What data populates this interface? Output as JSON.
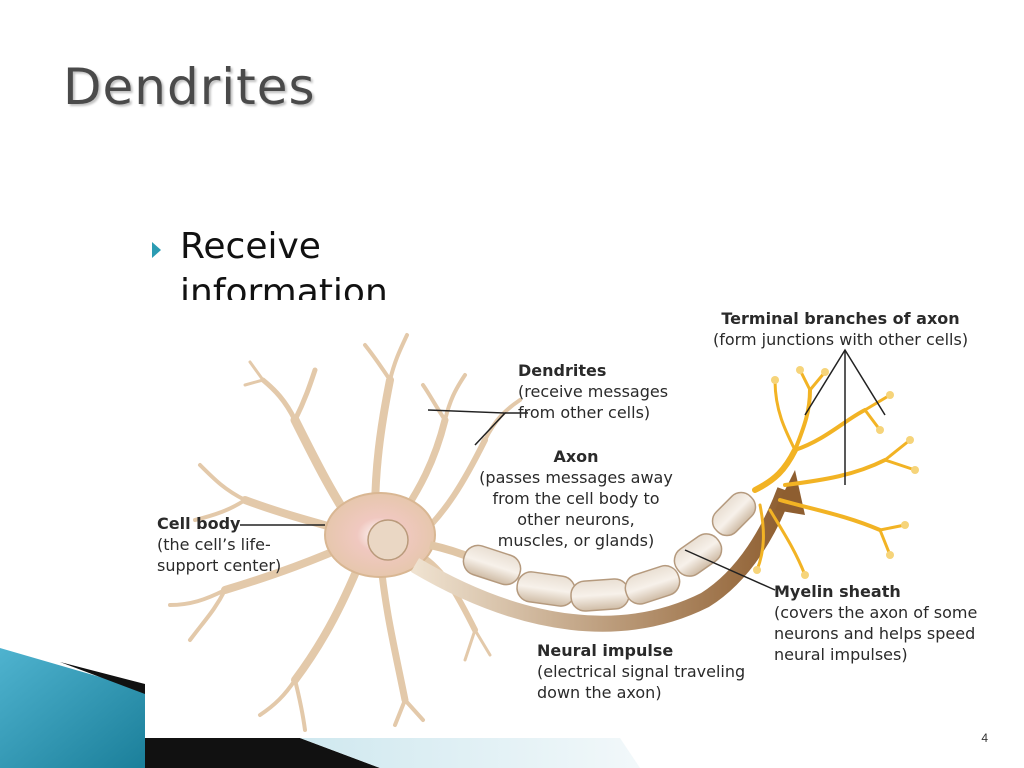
{
  "slide": {
    "title": "Dendrites",
    "bullet": "Receive information",
    "page_number": "4"
  },
  "labels": {
    "terminal": {
      "title": "Terminal branches of axon",
      "line1": "(form junctions with other cells)"
    },
    "dendrites": {
      "title": "Dendrites",
      "line1": "(receive messages",
      "line2": "from other cells)"
    },
    "axon": {
      "title": "Axon",
      "line1": "(passes messages away",
      "line2": "from the cell body to",
      "line3": "other neurons,",
      "line4": "muscles, or glands)"
    },
    "cell_body": {
      "title": "Cell body",
      "line1": "(the cell’s life-",
      "line2": "support center)"
    },
    "myelin": {
      "title": "Myelin sheath",
      "line1": "(covers the axon of some",
      "line2": "neurons and helps speed",
      "line3": "neural impulses)"
    },
    "impulse": {
      "title": "Neural impulse",
      "line1": "(electrical signal traveling",
      "line2": "down the axon)"
    }
  },
  "colors": {
    "accent": "#2b9cb3",
    "title": "#4a4a4a",
    "neuron": "#e8d3bb",
    "neuron_outline": "#c9a785",
    "terminal": "#f3b321",
    "impulse_arrow": "#9a6a3a"
  }
}
